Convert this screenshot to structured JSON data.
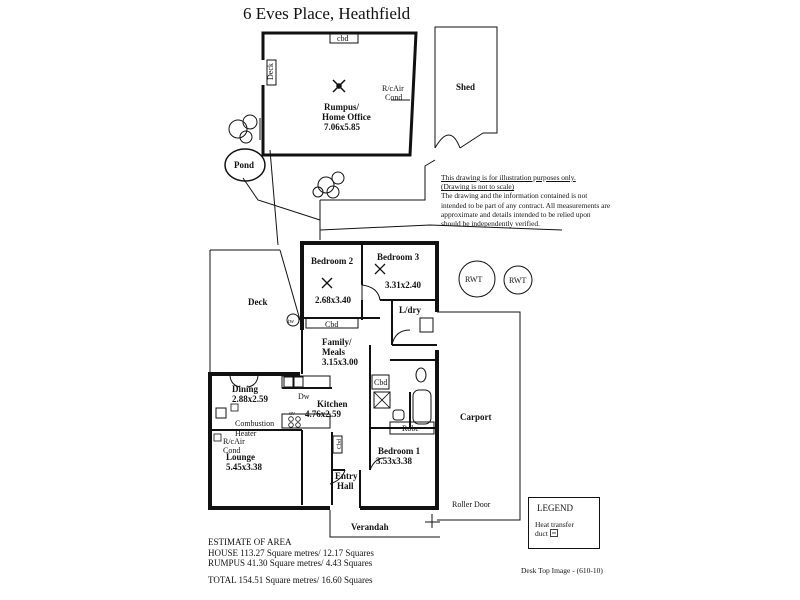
{
  "title": "6 Eves Place,  Heathfield",
  "disclaimer": {
    "line1": "This drawing is for illustration purposes only.",
    "line2": "(Drawing is not to scale)",
    "body": "The drawing and the information contained is not intended to be part of any contract.  All measurements are approximate and details intended to be relied upon should be independently verified."
  },
  "rooms": {
    "rumpus_name1": "Rumpus/",
    "rumpus_name2": "Home Office",
    "rumpus_size": "7.06x5.85",
    "shed": "Shed",
    "pond": "Pond",
    "deck_small": "Deck",
    "deck": "Deck",
    "bedroom2": "Bedroom 2",
    "bedroom2_size": "2.68x3.40",
    "bedroom3": "Bedroom 3",
    "bedroom3_size": "3.31x2.40",
    "family1": "Family/",
    "family2": "Meals",
    "family_size": "3.15x3.00",
    "ldry": "L/dry",
    "dining": "Dining",
    "dining_size": "2.88x2.59",
    "kitchen": "Kitchen",
    "kitchen_size": "4.76x2.59",
    "lounge": "Lounge",
    "lounge_size": "5.45x3.38",
    "bedroom1": "Bedroom 1",
    "bedroom1_size": "3.53x3.38",
    "entry1": "Entry",
    "entry2": "Hall",
    "carport": "Carport",
    "verandah": "Verandah"
  },
  "fixtures": {
    "cbd": "cbd",
    "rc_air1": "R/cAir",
    "rc_air2": "Cond",
    "rwt1": "RWT",
    "rwt2": "RWT",
    "cbd_family": "Cbd",
    "dw": "Dw",
    "ov": "ov",
    "combustion1": "Combustion",
    "combustion2": "Heater",
    "lounge_rc1": "R/cAir",
    "lounge_rc2": "Cond",
    "robe": "Robe",
    "cbd_bath": "Cbd",
    "cbd_hall": "Cbd",
    "tw": "tw",
    "roller_door": "Roller Door"
  },
  "legend": {
    "title": "LEGEND",
    "line1": "Heat transfer",
    "line2": "duct",
    "icon": "heat-transfer-duct-icon"
  },
  "area": {
    "heading": "ESTIMATE OF AREA",
    "house": "HOUSE   113.27 Square metres/  12.17 Squares",
    "rumpus": "RUMPUS 41.30 Square metres/  4.43 Squares",
    "total": "TOTAL   154.51 Square metres/ 16.60 Squares"
  },
  "footnote": "Desk Top Image -  (610-10)"
}
